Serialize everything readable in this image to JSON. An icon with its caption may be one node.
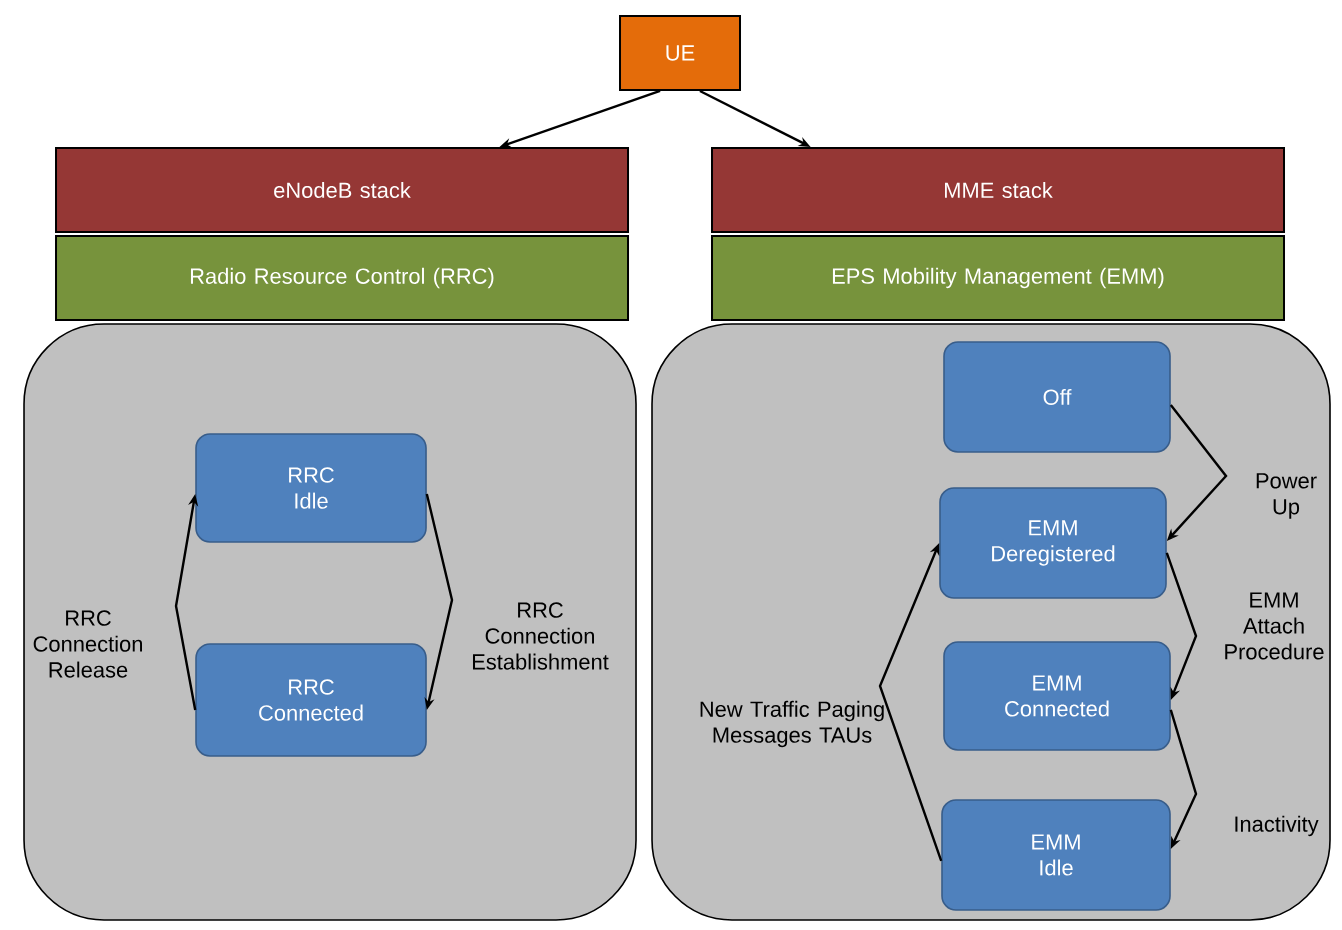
{
  "diagram": {
    "nodes": [
      {
        "text": [
          "UE"
        ]
      },
      {
        "text": [
          "eNodeB stack"
        ]
      },
      {
        "text": [
          "Radio Resource Control (RRC)"
        ]
      },
      {
        "text": [
          "MME stack"
        ]
      },
      {
        "text": [
          "EPS Mobility Management (EMM)"
        ]
      },
      {
        "text": [],
        "shape": "box"
      },
      {
        "text": [
          "RRC Idle"
        ],
        "in": 5
      },
      {
        "text": [
          "RRC Connected"
        ],
        "in": 5
      },
      {
        "text": [],
        "shape": "box"
      },
      {
        "text": [
          "Off"
        ],
        "in": 8
      },
      {
        "text": [
          "EMM Deregistered"
        ],
        "in": 8
      },
      {
        "text": [
          "EMM Connected"
        ],
        "in": 8
      },
      {
        "text": [
          "EMM Idle"
        ],
        "in": 8
      }
    ],
    "edges": [
      {
        "from": 0,
        "to": 1,
        "arrow": "to"
      },
      {
        "from": 0,
        "to": 3,
        "arrow": "to"
      },
      {
        "from": 7,
        "to": 6,
        "arrow": "to",
        "label": "RRC Connection Release"
      },
      {
        "from": 6,
        "to": 7,
        "arrow": "to",
        "label": "RRC Connection Establishment"
      },
      {
        "from": 9,
        "to": 10,
        "arrow": "to",
        "label": "Power Up"
      },
      {
        "from": 10,
        "to": 11,
        "arrow": "to",
        "label": "EMM Attach Procedure"
      },
      {
        "from": 11,
        "to": 12,
        "arrow": "to",
        "label": "Inactivity"
      },
      {
        "from": 12,
        "to": 10,
        "arrow": "to",
        "label": "New Traffic Paging Messages TAUs"
      }
    ]
  }
}
